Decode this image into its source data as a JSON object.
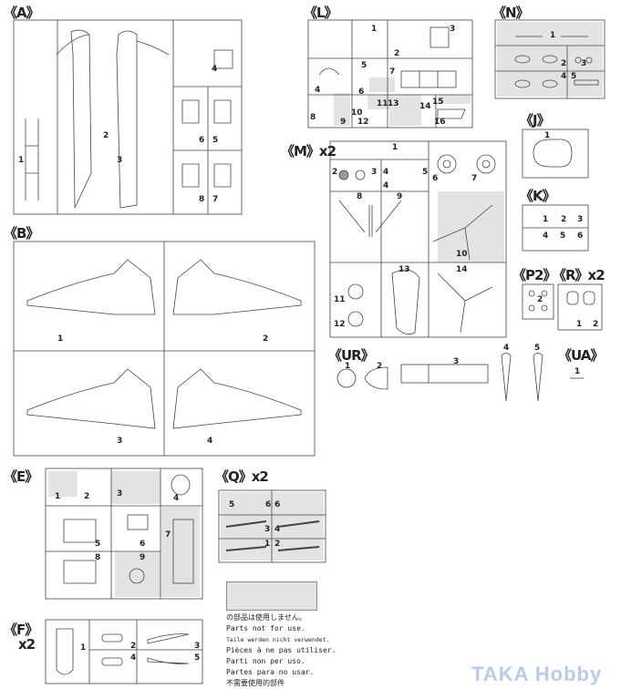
{
  "sprues": {
    "A": {
      "label": "《A》",
      "parts": [
        "1",
        "2",
        "3",
        "4",
        "6",
        "5",
        "8",
        "7"
      ]
    },
    "B": {
      "label": "《B》",
      "parts": [
        "1",
        "2",
        "3",
        "4"
      ]
    },
    "L": {
      "label": "《L》",
      "parts": [
        "1",
        "2",
        "3",
        "4",
        "5",
        "6",
        "7",
        "8",
        "9",
        "10",
        "11",
        "12",
        "13",
        "14",
        "15",
        "16"
      ]
    },
    "N": {
      "label": "《N》",
      "parts": [
        "1",
        "2",
        "3",
        "4",
        "5"
      ]
    },
    "J": {
      "label": "《J》",
      "parts": [
        "1"
      ]
    },
    "K": {
      "label": "《K》",
      "parts": [
        "1",
        "2",
        "3",
        "4",
        "5",
        "6"
      ]
    },
    "M": {
      "label": "《M》x2",
      "parts": [
        "1",
        "2",
        "3",
        "4",
        "4",
        "5",
        "6",
        "7",
        "8",
        "9",
        "10",
        "11",
        "12",
        "13",
        "14"
      ]
    },
    "P2": {
      "label": "《P2》",
      "parts": [
        "2"
      ]
    },
    "R": {
      "label": "《R》x2",
      "parts": [
        "1",
        "2"
      ]
    },
    "UR": {
      "label": "《UR》",
      "parts": [
        "1",
        "2",
        "3",
        "4",
        "5"
      ]
    },
    "UA": {
      "label": "《UA》",
      "parts": [
        "1"
      ]
    },
    "E": {
      "label": "《E》",
      "parts": [
        "1",
        "2",
        "3",
        "4",
        "5",
        "6",
        "7",
        "8",
        "9"
      ]
    },
    "Q": {
      "label": "《Q》x2",
      "parts": [
        "5",
        "6",
        "6",
        "3",
        "4",
        "1",
        "2"
      ]
    },
    "F": {
      "label": "《F》",
      "qty": "x2",
      "parts": [
        "1",
        "2",
        "4",
        "3",
        "5"
      ]
    }
  },
  "legend": {
    "ja": "の部品は使用しません。",
    "en": "Parts not for use.",
    "de": "Teile werden nicht verwendet.",
    "fr": "Pièces à ne pas utiliser.",
    "it": "Parti non per uso.",
    "es": "Partes para no usar.",
    "zh": "不需要使用的部件",
    "unused_color": "#e3e3e3"
  },
  "watermark": "TAKA Hobby"
}
